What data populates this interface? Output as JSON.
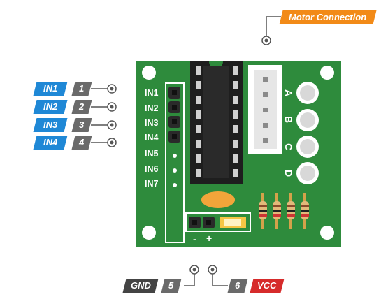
{
  "motor_connection": {
    "label": "Motor Connection"
  },
  "inputs": [
    {
      "tag": "IN1",
      "number": "1"
    },
    {
      "tag": "IN2",
      "number": "2"
    },
    {
      "tag": "IN3",
      "number": "3"
    },
    {
      "tag": "IN4",
      "number": "4"
    }
  ],
  "board_pins": [
    "IN1",
    "IN2",
    "IN3",
    "IN4",
    "IN5",
    "IN6",
    "IN7"
  ],
  "led_labels": [
    "A",
    "B",
    "C",
    "D"
  ],
  "jumper": {
    "minus": "-",
    "plus": "+"
  },
  "power": {
    "gnd": {
      "tag": "GND",
      "number": "5"
    },
    "vcc": {
      "tag": "VCC",
      "number": "6"
    }
  },
  "colors": {
    "board": "#2e8b3c",
    "tag_blue": "#1f88d6",
    "tag_gray": "#6a6a6a",
    "tag_red": "#d62b2b",
    "tag_orange": "#f28a17",
    "chip": "#1e1e1e",
    "capacitor": "#f2a53a"
  }
}
